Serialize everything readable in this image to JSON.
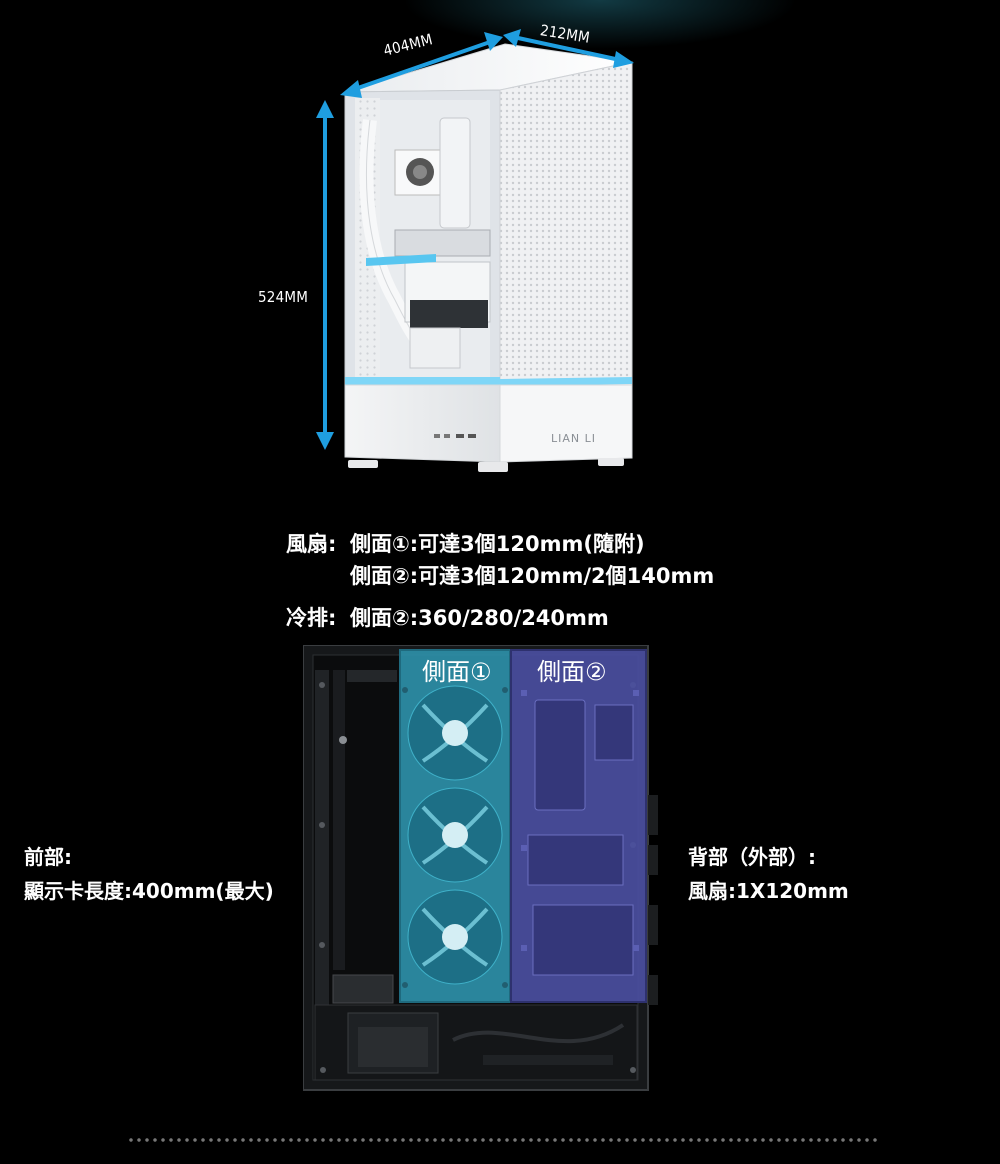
{
  "dimensions": {
    "depth": "404MM",
    "width": "212MM",
    "height": "524MM"
  },
  "brand_logo": "LIAN LI",
  "specs": {
    "fan_label": "風扇:",
    "fan_side1": "側面①:可達3個120mm(隨附)",
    "fan_side2": "側面②:可達3個120mm/2個140mm",
    "radiator_label": "冷排:",
    "radiator_side2": "側面②:360/280/240mm"
  },
  "panels": {
    "side1": "側面①",
    "side2": "側面②"
  },
  "front": {
    "title": "前部:",
    "gpu": "顯示卡長度:400mm(最大)"
  },
  "rear": {
    "title": "背部（外部）:",
    "fan": "風扇:1X120mm"
  },
  "colors": {
    "background": "#000000",
    "dimension_arrow": "#1f9ee0",
    "side1_overlay": "#2d8fa8",
    "side2_overlay": "#4b4fa0"
  }
}
